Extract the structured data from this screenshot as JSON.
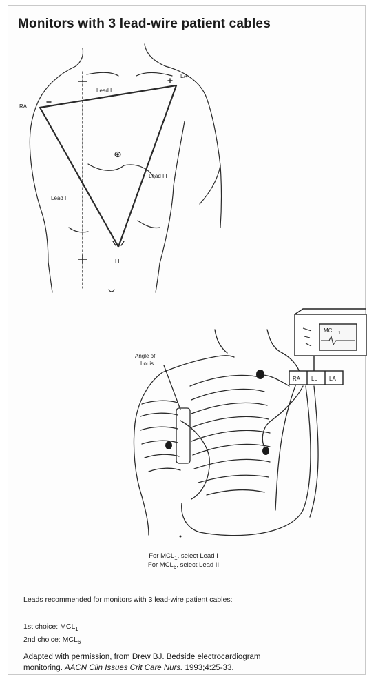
{
  "title": "Monitors with 3 lead-wire patient cables",
  "diagram_top": {
    "labels": {
      "ra": "RA",
      "la": "LA",
      "ll": "LL",
      "lead1": "Lead I",
      "lead2": "Lead II",
      "lead3": "Lead III",
      "plus": "+",
      "minus": "−"
    }
  },
  "diagram_bottom": {
    "angle_of_louis": [
      "Angle of",
      "Louis"
    ],
    "monitor_screen": "MCL",
    "monitor_screen_sub": "1",
    "connector_labels": [
      "RA",
      "LL",
      "LA"
    ],
    "caption_line1": "For MCL",
    "caption_line1_sub": "1",
    "caption_line1_rest": "select Lead I",
    "caption_line2": "For MCL",
    "caption_line2_sub": "6",
    "caption_line2_rest": "select Lead II"
  },
  "recommendation": {
    "heading": "Leads recommended for monitors with 3 lead-wire patient cables:",
    "first_choice": "1st choice:",
    "first_value": "MCL",
    "first_sub": "1",
    "second_choice": "2nd choice:",
    "second_value": "MCL",
    "second_sub": "6"
  },
  "citation": {
    "line1": "Adapted with permission, from Drew BJ. Bedside electrocardiogram",
    "line2_start": "monitoring.",
    "line2_italic": "AACN Clin Issues Crit Care Nurs.",
    "line2_end": "1993;4:25-33."
  }
}
